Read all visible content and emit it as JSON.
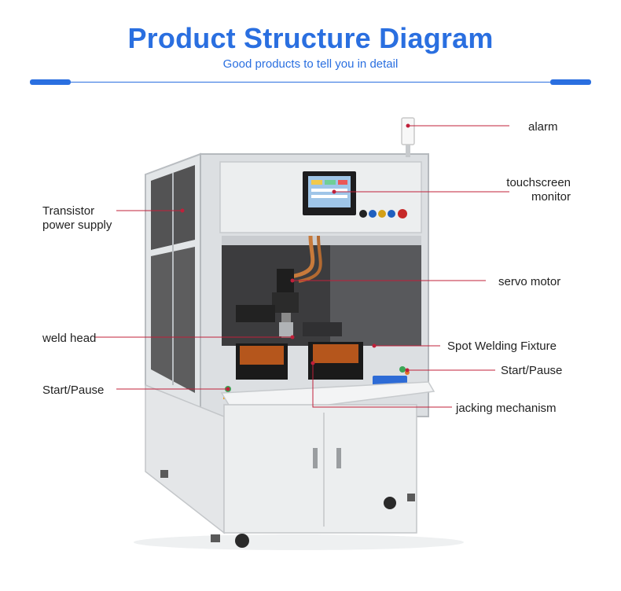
{
  "header": {
    "title": "Product Structure Diagram",
    "subtitle": "Good products to tell you in detail"
  },
  "labels": {
    "alarm": "alarm",
    "touchscreen_line1": "touchscreen",
    "touchscreen_line2": "monitor",
    "transistor_line1": "Transistor",
    "transistor_line2": "power supply",
    "servo_motor": "servo motor",
    "weld_head": "weld head",
    "spot_welding_fixture": "Spot Welding Fixture",
    "start_pause_right": "Start/Pause",
    "start_pause_left": "Start/Pause",
    "jacking_mechanism": "jacking mechanism"
  },
  "colors": {
    "accent": "#2a6fe0",
    "leader_line": "#c0203a",
    "frame": "#d9dcdf",
    "cabinet": "#eceeef"
  }
}
